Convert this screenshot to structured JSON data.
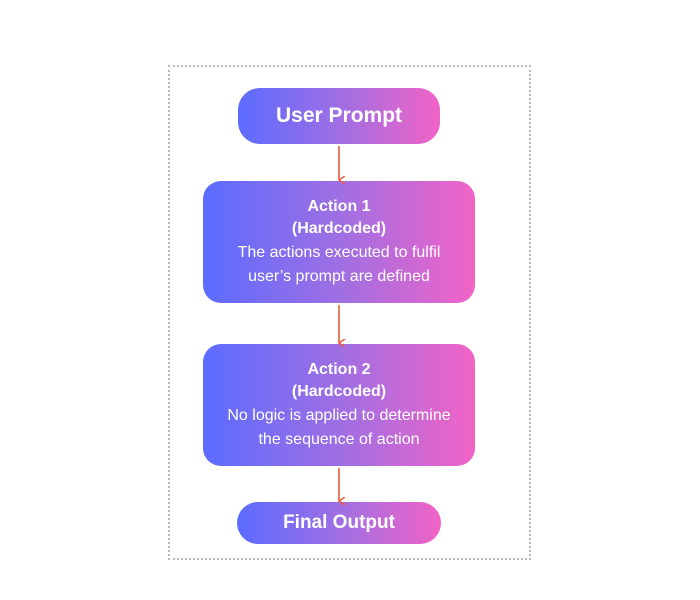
{
  "colors": {
    "gradient_start": "#5b6cff",
    "gradient_mid": "#a66ee0",
    "gradient_end": "#f263c6",
    "arrow": "#ef5a3c",
    "frame_border": "#b9b9b9"
  },
  "nodes": {
    "user_prompt": {
      "label": "User Prompt"
    },
    "action_1": {
      "title": "Action 1",
      "subtitle": "(Hardcoded)",
      "description_line1": "The actions executed to fulfil",
      "description_line2": "user’s prompt are defined"
    },
    "action_2": {
      "title": "Action 2",
      "subtitle": "(Hardcoded)",
      "description_line1": "No logic is applied to determine",
      "description_line2": "the sequence of action"
    },
    "final_output": {
      "label": "Final Output"
    }
  }
}
